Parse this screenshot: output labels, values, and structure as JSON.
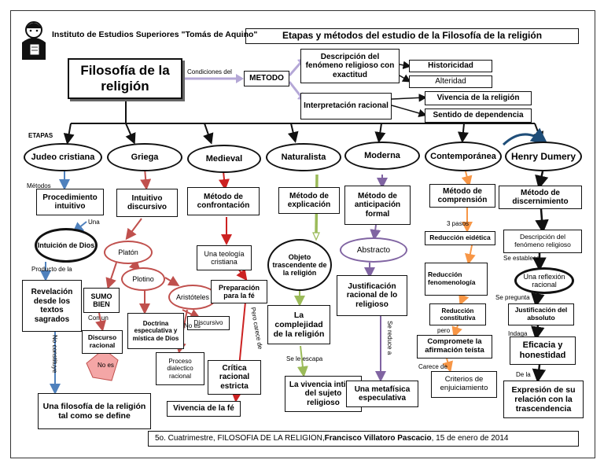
{
  "header": {
    "institute": "Instituto de Estudios Superiores \"Tomás de Aquino\"",
    "title": "Etapas y métodos del estudio de la Filosofía de la religión"
  },
  "root": {
    "main": "Filosofía de la religión",
    "conditions_label": "Condiciones del",
    "method": "METODO",
    "descripcion": "Descripción del fenómeno religioso con exactitud",
    "historicidad": "Historicidad",
    "alteridad": "Alteridad",
    "interpretacion": "Interpretación racional",
    "vivencia": "Vivencia de la religión",
    "sentido": "Sentido de dependencia"
  },
  "etapas_label": "ETAPAS",
  "stages": {
    "judeo": "Judeo cristiana",
    "griega": "Griega",
    "medieval": "Medieval",
    "naturalista": "Naturalista",
    "moderna": "Moderna",
    "contemporanea": "Contemporánea",
    "dumery": "Henry Dumery"
  },
  "judeo": {
    "metodos_label": "Métodos",
    "procedimiento": "Procedimiento intuitivo",
    "una_label": "Una",
    "intuicion": "Intuición de Dios",
    "producto_label": "Producto de la",
    "revelacion": "Revelación desde los textos sagrados",
    "no_constituye_label": "No constituye",
    "filosofia": "Una filosofía de la religión tal como se define"
  },
  "griega": {
    "intuitivo": "Intuitivo discursivo",
    "platon": "Platón",
    "plotino": "Plotino",
    "aristoteles": "Aristóteles",
    "sumo": "SUMO BIEN",
    "con_un_label": "Con un",
    "discurso": "Discurso racional",
    "doctrina": "Doctrina especulativa y mística de Dios",
    "no_es_label": "No es",
    "discursivo": "Discursivo",
    "proceso": "Proceso dialectico racional",
    "no_es_arrow": "No es"
  },
  "medieval": {
    "metodo": "Método de confrontación",
    "teologia": "Una teología cristiana",
    "preparacion": "Preparación para la fé",
    "pero_label": "Pero carece de",
    "critica": "Crítica racional estricta",
    "vivencia_fe": "Vivencia de la fé"
  },
  "naturalista": {
    "metodo": "Método de explicación",
    "objeto": "Objeto trascendente de la religión",
    "complejidad": "La complejidad de la religión",
    "escapa_label": "Se le escapa",
    "vivencia": "La vivencia intima del sujeto religioso"
  },
  "moderna": {
    "metodo": "Método de anticipación formal",
    "abstracto": "Abstracto",
    "justificacion": "Justificación racional de lo religioso",
    "reduce_label": "Se reduce a",
    "metafisica": "Una metafísica especulativa"
  },
  "contemporanea": {
    "metodo": "Método de comprensión",
    "pasos_label": "3 pasos",
    "eidetica": "Reducción eidética",
    "fenomenologia": "Reducción fenomenología",
    "constitutiva": "Reducción constitutiva",
    "pero_label": "pero",
    "compromete": "Compromete la afirmación teísta",
    "carece_label": "Carece de",
    "criterios": "Criterios de enjuiciamiento"
  },
  "dumery": {
    "metodo": "Método de discernimiento",
    "descripcion": "Descripción del fenómeno religioso",
    "establece_label": "Se establece",
    "reflexion": "Una reflexión racional",
    "pregunta_label": "Se pregunta",
    "justificacion": "Justificación del absoluto",
    "indaga_label": "Indaga",
    "eficacia": "Eficacia y honestidad",
    "dela_label": "De la",
    "expresion": "Expresión de su relación con la trascendencia"
  },
  "footer": {
    "part1": "5o. Cuatrimestre, FILOSOFIA DE LA RELIGION, ",
    "author": "Francisco Villatoro Pascacio",
    "part2": ", 15 de enero de 2014"
  },
  "colors": {
    "judeo": "#4f81bd",
    "griega": "#c0504d",
    "medieval": "#cc2222",
    "naturalista": "#9bbb59",
    "moderna": "#8064a2",
    "contemporanea": "#f79646",
    "dumery": "#111111",
    "method_arrow": "#b4a7d6",
    "pink_arrow": "#f4a6a6"
  },
  "icons": {
    "logo": "friar-portrait-icon"
  }
}
